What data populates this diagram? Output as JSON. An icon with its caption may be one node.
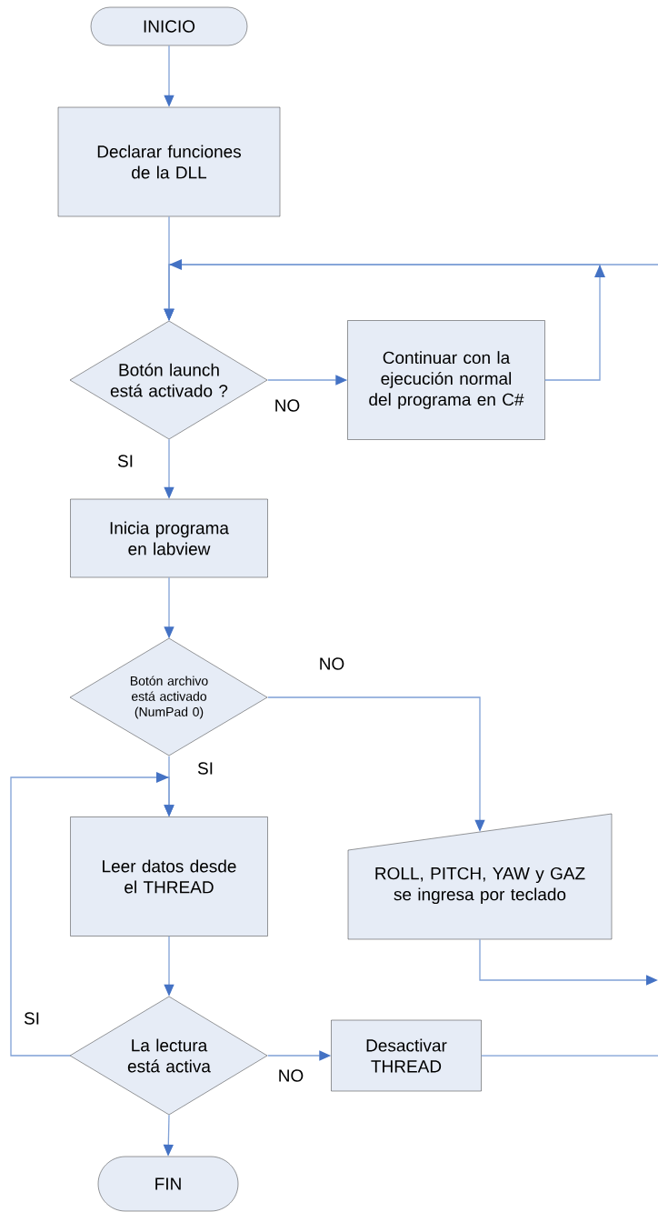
{
  "diagram": {
    "nodes": [
      {
        "text": [
          "INICIO"
        ]
      },
      {
        "text": [
          "Declarar funciones de la DLL"
        ]
      },
      {
        "text": [
          "Botón launch está activado ?"
        ]
      },
      {
        "text": [
          "Continuar con la ejecución normal del programa en C#"
        ]
      },
      {
        "text": [
          "Inicia programa en labview"
        ]
      },
      {
        "text": [
          "Botón archivo está activado (NumPad 0)"
        ]
      },
      {
        "text": [
          "Leer datos desde el THREAD"
        ]
      },
      {
        "text": [
          "ROLL, PITCH, YAW y GAZ se ingresa por teclado"
        ]
      },
      {
        "text": [
          "La lectura está activa"
        ]
      },
      {
        "text": [
          "Desactivar THREAD"
        ]
      },
      {
        "text": [
          "FIN"
        ]
      }
    ],
    "edges": [
      {
        "from": 0,
        "to": 1,
        "arrow": "to"
      },
      {
        "from": 1,
        "to": 2,
        "arrow": "to"
      },
      {
        "from": 2,
        "to": 3,
        "arrow": "to",
        "label": "NO"
      },
      {
        "from": 3,
        "to": 2,
        "arrow": "to"
      },
      {
        "from": null,
        "to": 2,
        "arrow": "to"
      },
      {
        "from": 2,
        "to": 4,
        "arrow": "to",
        "label": "SI"
      },
      {
        "from": 4,
        "to": 5,
        "arrow": "to"
      },
      {
        "from": 5,
        "to": 6,
        "arrow": "to",
        "label": "SI"
      },
      {
        "from": 5,
        "to": 7,
        "arrow": "to",
        "label": "NO"
      },
      {
        "from": 6,
        "to": 8,
        "arrow": "to"
      },
      {
        "from": 8,
        "to": 6,
        "arrow": "to",
        "label": "SI"
      },
      {
        "from": 8,
        "to": 9,
        "arrow": "to",
        "label": "NO"
      },
      {
        "from": 8,
        "to": 10,
        "arrow": "to"
      },
      {
        "from": 7,
        "to": null,
        "arrow": "to"
      },
      {
        "from": 9,
        "to": null,
        "arrow": "none"
      }
    ]
  }
}
